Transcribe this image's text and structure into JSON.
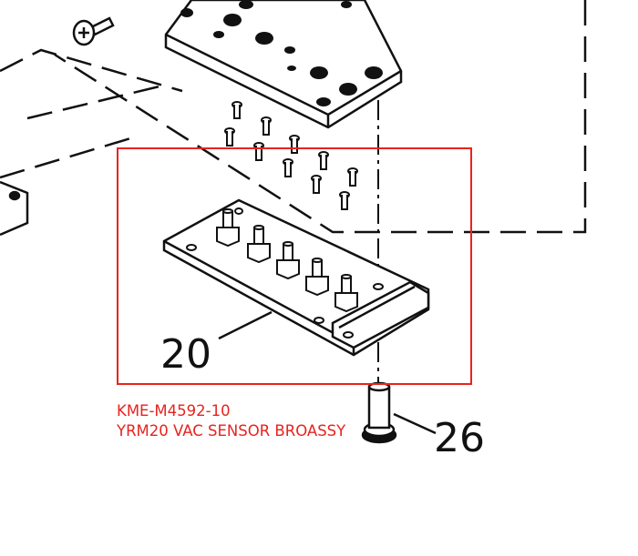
{
  "callouts": {
    "board": "20",
    "pin": "26"
  },
  "caption": {
    "part_number": "KME-M4592-10",
    "description": "YRM20 VAC SENSOR BROASSY"
  },
  "colors": {
    "highlight": "#e8231d",
    "line": "#111111"
  }
}
